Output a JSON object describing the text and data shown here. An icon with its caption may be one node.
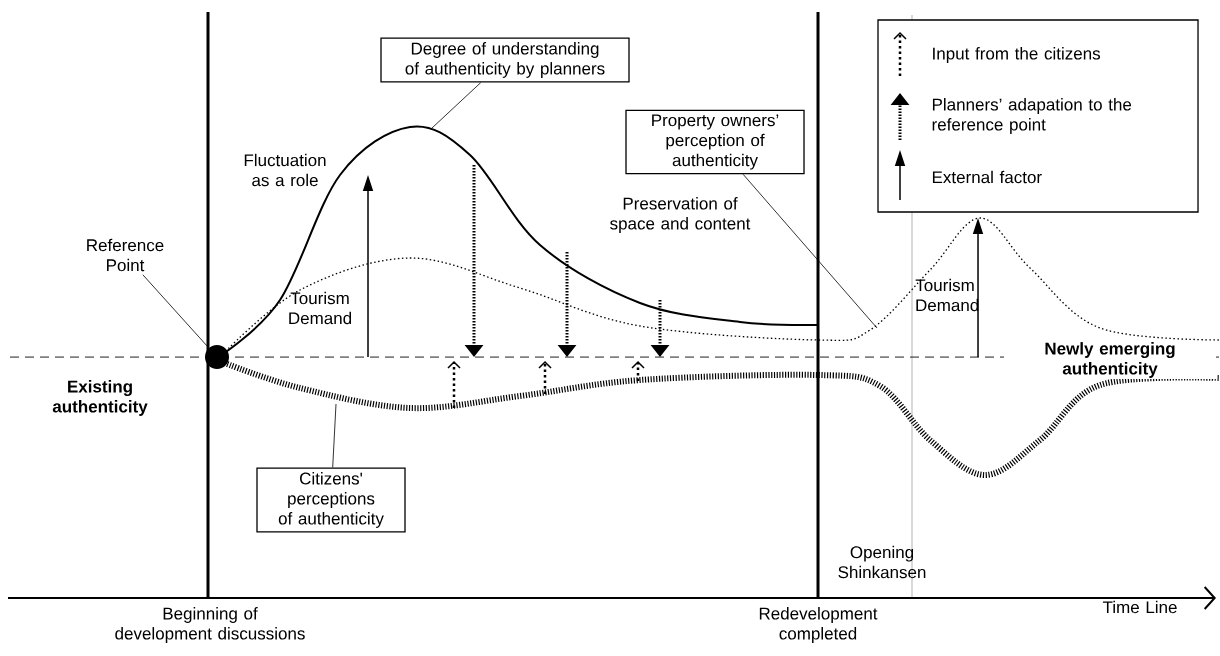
{
  "diagram": {
    "nodes": [
      {
        "text": [
          "Degree of understanding of authenticity by planners"
        ]
      },
      {
        "text": [
          "Property owners’ perception of authenticity"
        ]
      },
      {
        "text": [
          "Citizens' perceptions of authenticity"
        ]
      },
      {
        "text": [
          "Reference Point"
        ]
      },
      {
        "text": [],
        "shape": "circle"
      }
    ],
    "edges": [
      {
        "from": 0,
        "to": null,
        "arrow": "none"
      },
      {
        "from": 1,
        "to": null,
        "arrow": "none"
      },
      {
        "from": 2,
        "to": null,
        "arrow": "none"
      },
      {
        "from": 3,
        "to": 4,
        "arrow": "none"
      }
    ],
    "labels": [
      "Fluctuation as a role",
      "Tourism Demand",
      "Preservation of space and content",
      "Tourism Demand",
      "Existing authenticity",
      "Newly emerging authenticity",
      "Opening Shinkansen",
      "Beginning of development discussions",
      "Redevelopment completed",
      "Time Line"
    ],
    "legend": [
      {
        "text": "Input from the citizens"
      },
      {
        "text": "Planners’ adapation to the reference point"
      },
      {
        "text": "External factor"
      }
    ]
  }
}
